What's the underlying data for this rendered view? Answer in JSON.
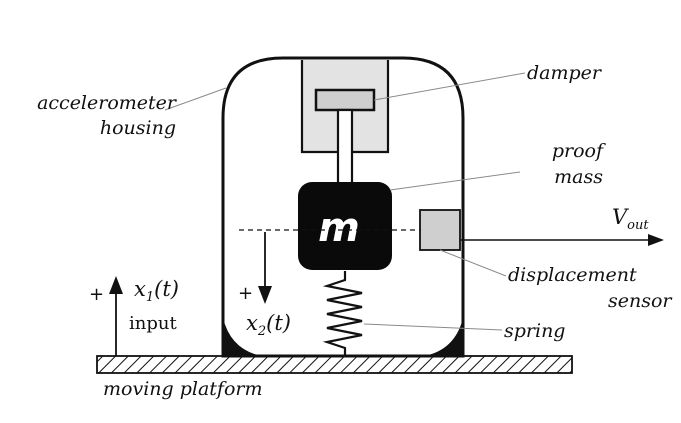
{
  "labels": {
    "housing_line1": "accelerometer",
    "housing_line2": "housing",
    "damper": "damper",
    "proof_line1": "proof",
    "proof_line2": "mass",
    "mass_symbol": "m",
    "vout_main": "V",
    "vout_sub": "out",
    "displacement_line1": "displacement",
    "displacement_line2": "sensor",
    "spring": "spring",
    "platform": "moving platform",
    "input": "input",
    "x1_main": "x",
    "x1_sub": "1",
    "x1_arg": "(t)",
    "x2_main": "x",
    "x2_sub": "2",
    "x2_arg": "(t)",
    "plus": "+"
  },
  "colors": {
    "line": "#111111",
    "light_fill": "#e3e3e3",
    "sensor_fill": "#cfcfcf",
    "mass_fill": "#0a0a0a",
    "leader": "#8a8a8a"
  }
}
